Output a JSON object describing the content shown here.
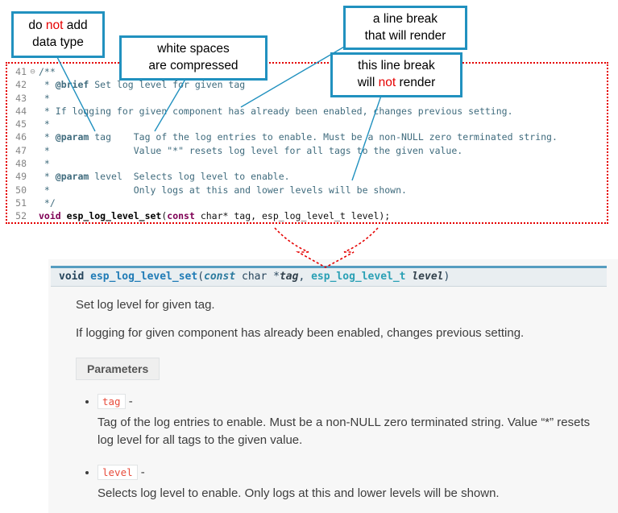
{
  "colors": {
    "accent_teal": "#2191bf",
    "alert_red": "#e50000",
    "sig_accent": "#569dc0",
    "code_literal_red": "#e74c3c"
  },
  "callouts": [
    {
      "lines": [
        [
          {
            "t": "do "
          },
          {
            "t": "not",
            "c": "red"
          },
          {
            "t": " add"
          }
        ],
        [
          {
            "t": "data type"
          }
        ]
      ]
    },
    {
      "lines": [
        [
          {
            "t": "white spaces"
          }
        ],
        [
          {
            "t": "are compressed"
          }
        ]
      ]
    },
    {
      "lines": [
        [
          {
            "t": "a line break"
          }
        ],
        [
          {
            "t": "that will render"
          }
        ]
      ]
    },
    {
      "lines": [
        [
          {
            "t": "this line break"
          }
        ],
        [
          {
            "t": "will "
          },
          {
            "t": "not",
            "c": "red"
          },
          {
            "t": " render"
          }
        ]
      ]
    }
  ],
  "editor": {
    "lines": [
      {
        "n": "41",
        "fold": "⊖",
        "segs": [
          {
            "t": "/**",
            "c": "cmt"
          }
        ]
      },
      {
        "n": "42",
        "segs": [
          {
            "t": " * ",
            "c": "cmt"
          },
          {
            "t": "@brief",
            "c": "dt"
          },
          {
            "t": " Set log level for given tag",
            "c": "cmt"
          }
        ]
      },
      {
        "n": "43",
        "segs": [
          {
            "t": " *",
            "c": "cmt"
          }
        ]
      },
      {
        "n": "44",
        "segs": [
          {
            "t": " * If logging for given component has already been enabled, changes previous setting.",
            "c": "cmt"
          }
        ]
      },
      {
        "n": "45",
        "segs": [
          {
            "t": " *",
            "c": "cmt"
          }
        ]
      },
      {
        "n": "46",
        "segs": [
          {
            "t": " * ",
            "c": "cmt"
          },
          {
            "t": "@param",
            "c": "dt"
          },
          {
            "t": " tag    Tag of the log entries to enable. Must be a non-NULL zero terminated string.",
            "c": "cmt"
          }
        ]
      },
      {
        "n": "47",
        "segs": [
          {
            "t": " *               Value \"*\" resets log level for all tags to the given value.",
            "c": "cmt"
          }
        ]
      },
      {
        "n": "48",
        "segs": [
          {
            "t": " *",
            "c": "cmt"
          }
        ]
      },
      {
        "n": "49",
        "segs": [
          {
            "t": " * ",
            "c": "cmt"
          },
          {
            "t": "@param",
            "c": "dt"
          },
          {
            "t": " level  Selects log level to enable.",
            "c": "cmt"
          }
        ]
      },
      {
        "n": "50",
        "segs": [
          {
            "t": " *               Only logs at this and lower levels will be shown.",
            "c": "cmt"
          }
        ]
      },
      {
        "n": "51",
        "segs": [
          {
            "t": " */",
            "c": "cmt"
          }
        ]
      },
      {
        "n": "52",
        "segs": [
          {
            "t": "void",
            "c": "kw"
          },
          {
            "t": " ",
            "c": "pl"
          },
          {
            "t": "esp_log_level_set",
            "c": "fn"
          },
          {
            "t": "(",
            "c": "pl"
          },
          {
            "t": "const",
            "c": "kw"
          },
          {
            "t": " char* tag, esp_log_level_t level);",
            "c": "pl"
          }
        ]
      }
    ]
  },
  "docs": {
    "signature": [
      {
        "t": "void",
        "c": "sg-kw"
      },
      {
        "t": " ",
        "c": "sg-pl"
      },
      {
        "t": "esp_log_level_set",
        "c": "sg-name"
      },
      {
        "t": "(",
        "c": "sg-pl"
      },
      {
        "t": "const",
        "c": "sg-const"
      },
      {
        "t": " char *",
        "c": "sg-pl"
      },
      {
        "t": "tag",
        "c": "sg-param"
      },
      {
        "t": ", ",
        "c": "sg-pl"
      },
      {
        "t": "esp_log_level_t",
        "c": "sg-type"
      },
      {
        "t": " ",
        "c": "sg-pl"
      },
      {
        "t": "level",
        "c": "sg-param"
      },
      {
        "t": ")",
        "c": "sg-pl"
      }
    ],
    "p1": "Set log level for given tag.",
    "p2": "If logging for given component has already been enabled, changes previous setting.",
    "params_label": "Parameters",
    "param_separator": "-",
    "params": [
      {
        "name": "tag",
        "desc": "Tag of the log entries to enable. Must be a non-NULL zero terminated string. Value “*” resets log level for all tags to the given value."
      },
      {
        "name": "level",
        "desc": "Selects log level to enable. Only logs at this and lower levels will be shown."
      }
    ]
  }
}
